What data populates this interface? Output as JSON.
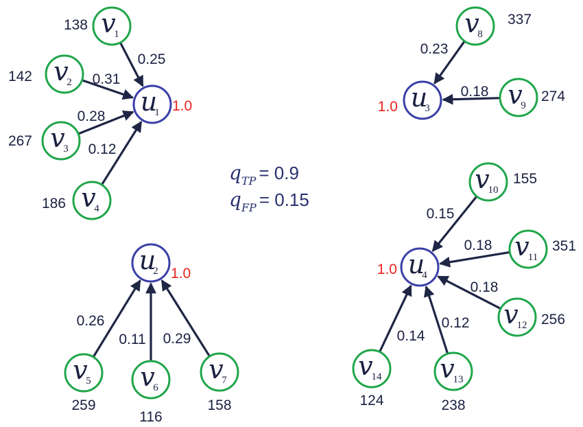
{
  "colors": {
    "user_stroke": "#3a3fa8",
    "item_stroke": "#1fa64a",
    "edge": "#1f2645",
    "score": "#e8231c",
    "text": "#1a2040",
    "param": "#26306e"
  },
  "params": {
    "tp": {
      "symbol": "q",
      "sub": "TP",
      "value": "= 0.9"
    },
    "fp": {
      "symbol": "q",
      "sub": "FP",
      "value": "= 0.15"
    }
  },
  "users": [
    {
      "id": "u1",
      "symbol": "u",
      "sub": "1",
      "score": "1.0"
    },
    {
      "id": "u2",
      "symbol": "u",
      "sub": "2",
      "score": "1.0"
    },
    {
      "id": "u3",
      "symbol": "u",
      "sub": "3",
      "score": "1.0"
    },
    {
      "id": "u4",
      "symbol": "u",
      "sub": "4",
      "score": "1.0"
    }
  ],
  "items": [
    {
      "id": "v1",
      "symbol": "v",
      "sub": "1",
      "value": "138"
    },
    {
      "id": "v2",
      "symbol": "v",
      "sub": "2",
      "value": "142"
    },
    {
      "id": "v3",
      "symbol": "v",
      "sub": "3",
      "value": "267"
    },
    {
      "id": "v4",
      "symbol": "v",
      "sub": "4",
      "value": "186"
    },
    {
      "id": "v5",
      "symbol": "v",
      "sub": "5",
      "value": "259"
    },
    {
      "id": "v6",
      "symbol": "v",
      "sub": "6",
      "value": "116"
    },
    {
      "id": "v7",
      "symbol": "v",
      "sub": "7",
      "value": "158"
    },
    {
      "id": "v8",
      "symbol": "v",
      "sub": "8",
      "value": "337"
    },
    {
      "id": "v9",
      "symbol": "v",
      "sub": "9",
      "value": "274"
    },
    {
      "id": "v10",
      "symbol": "v",
      "sub": "10",
      "value": "155"
    },
    {
      "id": "v11",
      "symbol": "v",
      "sub": "11",
      "value": "351"
    },
    {
      "id": "v12",
      "symbol": "v",
      "sub": "12",
      "value": "256"
    },
    {
      "id": "v13",
      "symbol": "v",
      "sub": "13",
      "value": "238"
    },
    {
      "id": "v14",
      "symbol": "v",
      "sub": "14",
      "value": "124"
    }
  ],
  "edges": [
    {
      "from": "v1",
      "to": "u1",
      "weight": "0.25"
    },
    {
      "from": "v2",
      "to": "u1",
      "weight": "0.31"
    },
    {
      "from": "v3",
      "to": "u1",
      "weight": "0.28"
    },
    {
      "from": "v4",
      "to": "u1",
      "weight": "0.12"
    },
    {
      "from": "v5",
      "to": "u2",
      "weight": "0.26"
    },
    {
      "from": "v6",
      "to": "u2",
      "weight": "0.11"
    },
    {
      "from": "v7",
      "to": "u2",
      "weight": "0.29"
    },
    {
      "from": "v8",
      "to": "u3",
      "weight": "0.23"
    },
    {
      "from": "v9",
      "to": "u3",
      "weight": "0.18"
    },
    {
      "from": "v10",
      "to": "u4",
      "weight": "0.15"
    },
    {
      "from": "v11",
      "to": "u4",
      "weight": "0.18"
    },
    {
      "from": "v12",
      "to": "u4",
      "weight": "0.18"
    },
    {
      "from": "v13",
      "to": "u4",
      "weight": "0.12"
    },
    {
      "from": "v14",
      "to": "u4",
      "weight": "0.14"
    }
  ]
}
